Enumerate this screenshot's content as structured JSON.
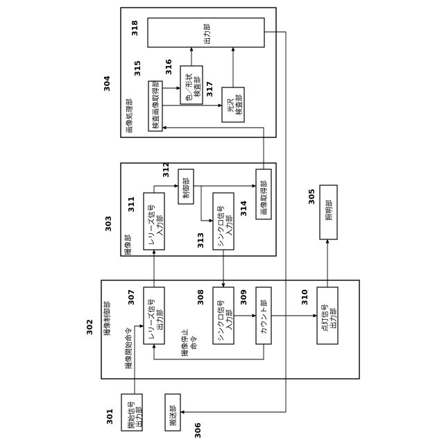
{
  "blocks": {
    "b302": {
      "num": "302",
      "label": "撮像制御部"
    },
    "b303": {
      "num": "303",
      "label": "撮像部"
    },
    "b304": {
      "num": "304",
      "label": "画像処理部"
    },
    "b305": {
      "num": "305",
      "label": "照明部"
    },
    "b306": {
      "num": "306",
      "label": "搬送部"
    },
    "b301": {
      "num": "301",
      "lines": [
        "開始信号",
        "出力部"
      ]
    },
    "b307": {
      "num": "307",
      "lines": [
        "レリーズ信号",
        "出力部"
      ]
    },
    "b308": {
      "num": "308",
      "lines": [
        "シンクロ信号",
        "入力部"
      ]
    },
    "b309": {
      "num": "309",
      "label": "カウント部"
    },
    "b310": {
      "num": "310",
      "lines": [
        "点灯信号",
        "出力部"
      ]
    },
    "b311": {
      "num": "311",
      "lines": [
        "レリーズ信号",
        "入力部"
      ]
    },
    "b312": {
      "num": "312",
      "label": "制御部"
    },
    "b313": {
      "num": "313",
      "lines": [
        "シンクロ信号",
        "入力部"
      ]
    },
    "b314": {
      "num": "314",
      "label": "画像取得部"
    },
    "b315": {
      "num": "315",
      "label": "検査画像取得部"
    },
    "b316": {
      "num": "316",
      "lines": [
        "色／形状",
        "検査部"
      ]
    },
    "b317": {
      "num": "317",
      "lines": [
        "光沢",
        "検査部"
      ]
    },
    "b318": {
      "num": "318",
      "label": "出力部"
    }
  },
  "commands": {
    "start": "撮像開始命令",
    "stop": [
      "撮像停止",
      "命令"
    ]
  }
}
